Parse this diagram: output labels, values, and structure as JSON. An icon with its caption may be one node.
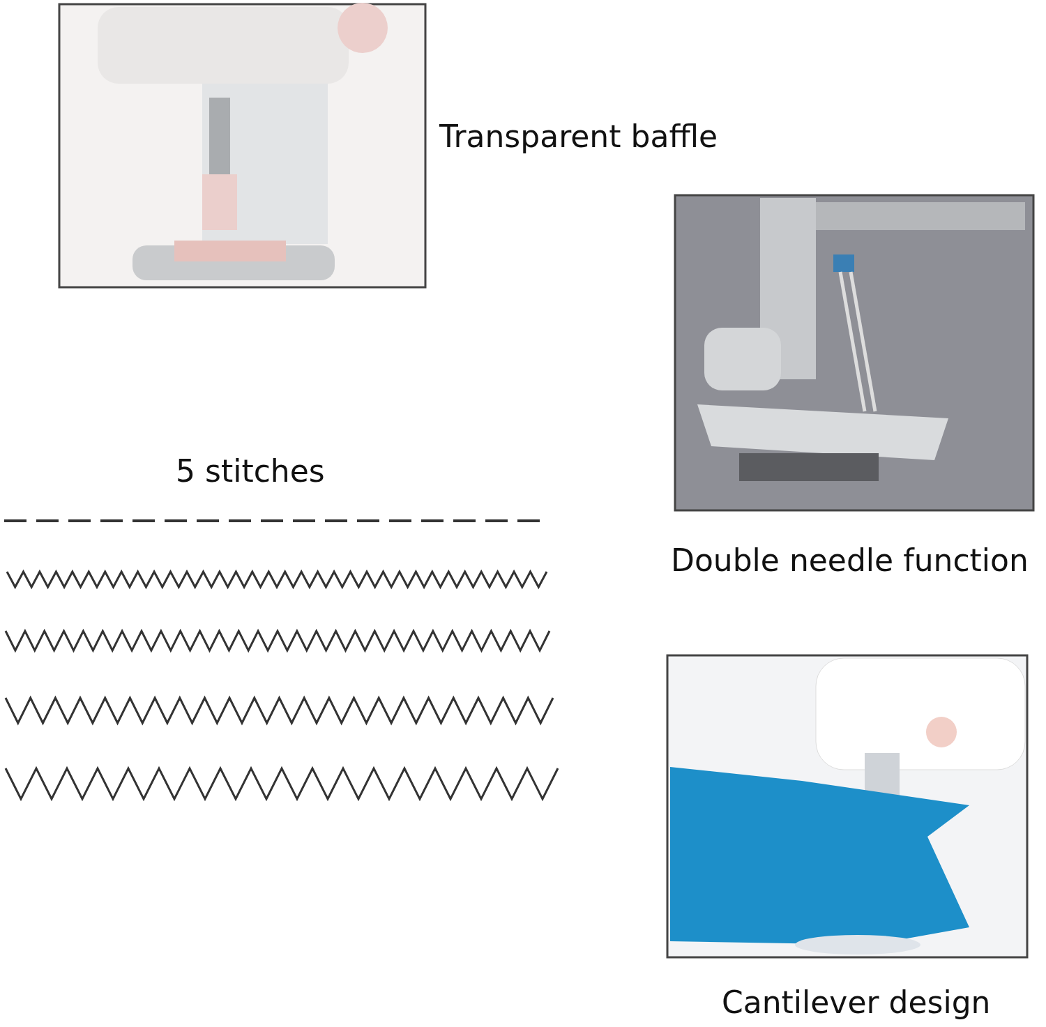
{
  "diagram": {
    "labels": [
      "Transparent baffle",
      "Double needle function",
      "5 stitches",
      "Cantilever design"
    ]
  }
}
